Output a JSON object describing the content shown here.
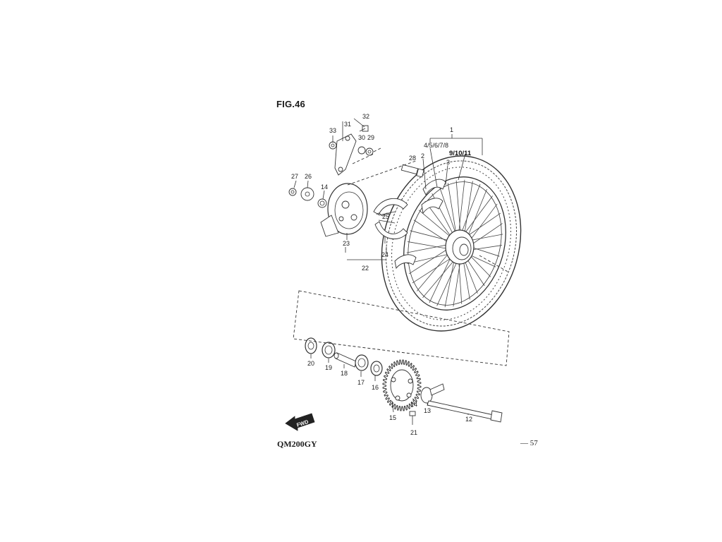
{
  "figure": {
    "title": "FIG.46",
    "model": "QM200GY",
    "page_number": "— 57",
    "fwd_label": "FWD",
    "callouts": {
      "p1": "1",
      "p2": "2",
      "p3": "3",
      "p4to8": "4/5/6/7/8",
      "p9to11": "9/10/11",
      "p12": "12",
      "p13": "13",
      "p14a": "14",
      "p14b": "14",
      "p15": "15",
      "p16": "16",
      "p17": "17",
      "p18": "18",
      "p19": "19",
      "p20": "20",
      "p21": "21",
      "p22": "22",
      "p23": "23",
      "p24": "24",
      "p25": "25",
      "p26": "26",
      "p27": "27",
      "p28": "28",
      "p29": "29",
      "p30": "30",
      "p31": "31",
      "p32": "32",
      "p33": "33"
    }
  }
}
